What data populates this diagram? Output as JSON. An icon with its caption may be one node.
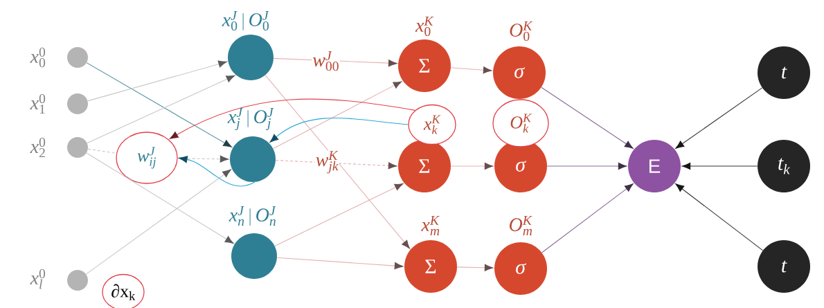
{
  "diagram": {
    "nodes": [
      {
        "text": [],
        "shape": "circle",
        "beside": [
          "x_0^0"
        ]
      },
      {
        "text": [],
        "shape": "circle",
        "beside": [
          "x_1^0"
        ]
      },
      {
        "text": [],
        "shape": "circle",
        "beside": [
          "x_2^0"
        ]
      },
      {
        "text": [],
        "shape": "circle",
        "beside": [
          "x_l^0"
        ]
      },
      {
        "text": [],
        "shape": "circle",
        "beside": [
          "x_0^J \\,|\\, O_0^J"
        ]
      },
      {
        "text": [],
        "shape": "circle",
        "beside": [
          "x_j^J \\,|\\, O_j^J"
        ]
      },
      {
        "text": [],
        "shape": "circle",
        "beside": [
          "x_n^J \\,|\\, O_n^J"
        ]
      },
      {
        "text": [
          "\\Sigma"
        ],
        "beside": [
          "x_0^K"
        ]
      },
      {
        "text": [
          "\\Sigma"
        ]
      },
      {
        "text": [
          "\\Sigma"
        ],
        "beside": [
          "x_m^K"
        ]
      },
      {
        "text": [
          "\\sigma"
        ],
        "beside": [
          "O_0^K"
        ]
      },
      {
        "text": [
          "\\sigma"
        ]
      },
      {
        "text": [
          "\\sigma"
        ],
        "beside": [
          "O_m^K"
        ]
      },
      {
        "text": [
          "E"
        ]
      },
      {
        "text": [
          "t"
        ]
      },
      {
        "text": [
          "t_k"
        ]
      },
      {
        "text": [
          "t"
        ]
      },
      {
        "text": [
          "w_{ij}^J"
        ]
      },
      {
        "text": [
          "x_k^K"
        ]
      },
      {
        "text": [
          "O_k^K"
        ]
      },
      {
        "text": [
          "∂x$_{k}$"
        ]
      }
    ],
    "edges": [
      {
        "from": 0,
        "to": 5,
        "arrow": "to",
        "color": "#4a8a98"
      },
      {
        "from": 1,
        "to": 4,
        "arrow": "to",
        "color": "#c8c8c8"
      },
      {
        "from": 2,
        "to": 4,
        "arrow": "to",
        "color": "#c8c8c8"
      },
      {
        "from": 2,
        "to": 6,
        "arrow": "to",
        "color": "#c8c8c8"
      },
      {
        "from": 2,
        "to": 17,
        "arrow": "none",
        "style": "dashed",
        "color": "#c8c8c8"
      },
      {
        "from": 17,
        "to": 5,
        "arrow": "to",
        "style": "dashed",
        "color": "#c8c8c8"
      },
      {
        "from": 3,
        "to": 5,
        "arrow": "to",
        "color": "#c8c8c8"
      },
      {
        "from": 4,
        "to": 7,
        "arrow": "to",
        "label": "w_{00}^J"
      },
      {
        "from": 4,
        "to": 9,
        "arrow": "to"
      },
      {
        "from": 5,
        "to": 7,
        "arrow": "to"
      },
      {
        "from": 5,
        "to": 8,
        "arrow": "to",
        "style": "dashed",
        "label": "w_{jk}^K"
      },
      {
        "from": 6,
        "to": 8,
        "arrow": "to"
      },
      {
        "from": 6,
        "to": 9,
        "arrow": "to"
      },
      {
        "from": 7,
        "to": 10,
        "arrow": "to"
      },
      {
        "from": 8,
        "to": 11,
        "arrow": "to"
      },
      {
        "from": 9,
        "to": 12,
        "arrow": "to"
      },
      {
        "from": 10,
        "to": 13,
        "arrow": "to",
        "color": "#8a6a9a"
      },
      {
        "from": 11,
        "to": 13,
        "arrow": "to",
        "color": "#8a6a9a"
      },
      {
        "from": 12,
        "to": 13,
        "arrow": "to",
        "color": "#8a6a9a"
      },
      {
        "from": 14,
        "to": 13,
        "arrow": "to",
        "color": "#333333"
      },
      {
        "from": 15,
        "to": 13,
        "arrow": "to",
        "color": "#333333"
      },
      {
        "from": 16,
        "to": 13,
        "arrow": "to",
        "color": "#333333"
      },
      {
        "from": 18,
        "to": 17,
        "arrow": "to",
        "color": "#e0404a"
      },
      {
        "from": 18,
        "to": 5,
        "arrow": "to",
        "color": "#2aa8d8"
      },
      {
        "from": 5,
        "to": 17,
        "arrow": "to",
        "color": "#2aa8d8"
      }
    ]
  }
}
